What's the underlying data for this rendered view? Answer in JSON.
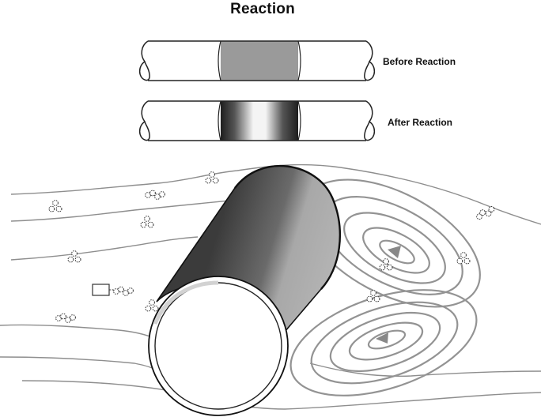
{
  "diagram": {
    "title": "Reaction",
    "labels": {
      "before": "Before Reaction",
      "after": "After Reaction"
    },
    "colors": {
      "band_before": "#9a9a9a",
      "band_after_dark": "#1e1e1e",
      "band_after_light": "#f2f2f2",
      "cylinder_light": "#a9a9a9",
      "cylinder_dark": "#3a3a3a",
      "streamline": "#8e8e8e",
      "vortex": "#939393"
    },
    "icons": [
      "molecule-icon",
      "vortex-arrow-icon"
    ]
  }
}
